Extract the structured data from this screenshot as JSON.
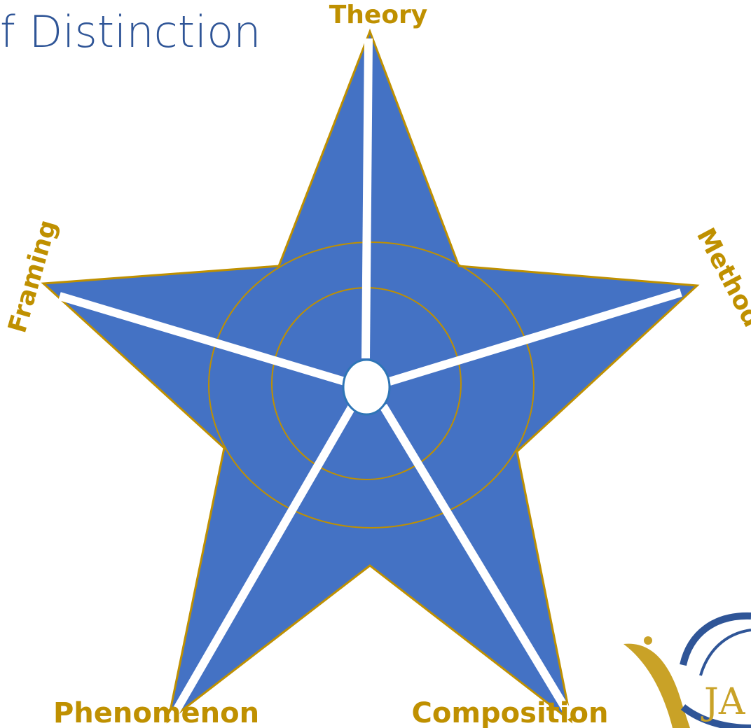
{
  "title": "f Distinction",
  "labels": {
    "theory": "Theory",
    "method": "Method",
    "framing": "Framing",
    "phenomenon": "Phenomenon",
    "composition": "Composition"
  },
  "logo_text": "JA",
  "colors": {
    "title": "#2F5597",
    "star_fill": "#4472C4",
    "star_stroke": "#BF9000",
    "label": "#BF9000",
    "ring": "#BF9000",
    "spoke": "#FFFFFF",
    "hub_stroke": "#2E75B6",
    "logo_gold": "#C9A227",
    "logo_blue": "#2F5597"
  }
}
